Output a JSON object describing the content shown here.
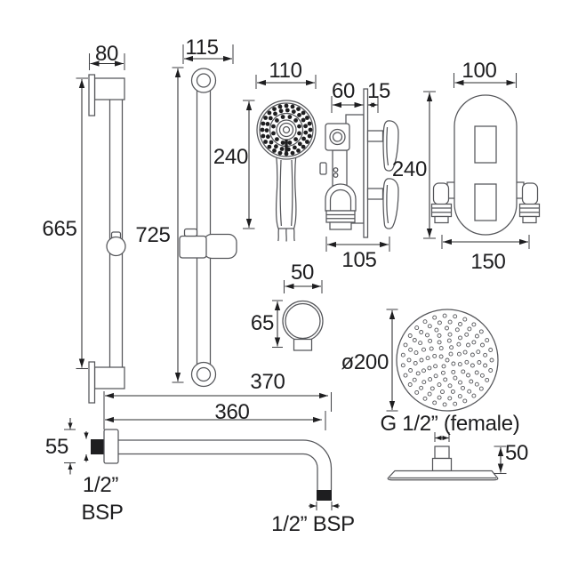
{
  "colors": {
    "line": "#55565a",
    "ink": "#1e1e20",
    "background": "#ffffff"
  },
  "figures": {
    "slide_bar_short": {
      "label_width": "80",
      "label_height": "665"
    },
    "slide_bar_long": {
      "label_width": "115",
      "label_height": "725"
    },
    "handset": {
      "label_width": "110",
      "label_height": "240"
    },
    "valve_side": {
      "label_depth_rear": "60",
      "label_depth_front": "15",
      "label_width": "105",
      "label_height": "240"
    },
    "valve_front": {
      "label_width": "100",
      "label_footprint": "150"
    },
    "wall_outlet": {
      "label_width": "50",
      "label_height": "65"
    },
    "fixed_head": {
      "label_diameter": "ø200",
      "label_thread": "G 1/2” (female)",
      "label_depth": "50"
    },
    "shower_arm": {
      "label_reach_overall": "370",
      "label_reach": "360",
      "label_flange": "55",
      "label_wall_thread_size": "1/2”",
      "label_wall_thread_type": "BSP",
      "label_outlet_thread": "1/2” BSP"
    }
  }
}
